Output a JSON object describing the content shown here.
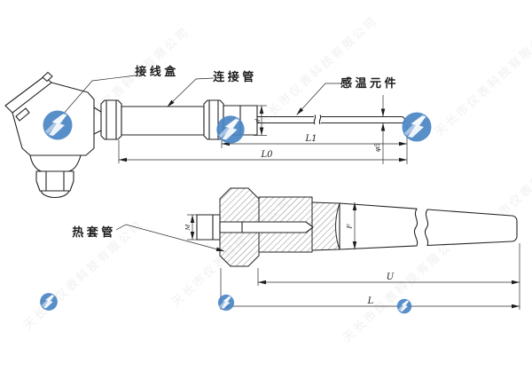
{
  "drawing": {
    "labels": {
      "junction_box": "接线盒",
      "connection_tube": "连接管",
      "sensing_element": "感温元件",
      "thermowell": "热套管"
    },
    "dimensions": {
      "insert_length": "L1",
      "total_length": "L0",
      "probe_diameter": "φ5",
      "bushing_diameter": "d",
      "nipple_size": "M",
      "well_root_diameter": "F",
      "well_insert_length": "U",
      "well_total_length": "L"
    }
  },
  "watermark": {
    "company_text": "天长市仪表科技有限公司",
    "logo": "blue-lightning-logo"
  },
  "colors": {
    "line": "#232323",
    "logo_blue": "#4a86c4",
    "background": "#ffffff"
  }
}
